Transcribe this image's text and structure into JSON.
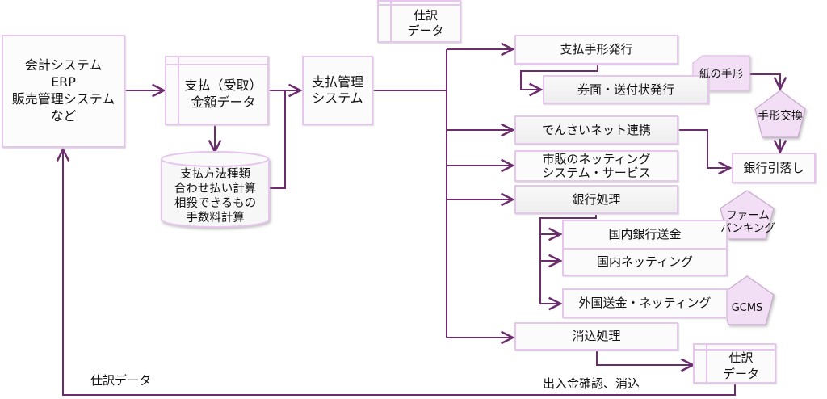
{
  "colors": {
    "connector": "#6b2d6e",
    "box_border": "#e6c6ec",
    "shape_fill": "#f3dff5"
  },
  "nodes": {
    "source_systems": "会計システム\nERP\n販売管理システム\nなど",
    "payment_amount_data": "支払（受取）\n金額データ",
    "payment_method_db": "支払方法種類\n合わせ払い計算\n相殺できるもの\n手数料計算",
    "payment_mgmt_system": "支払管理\nシステム",
    "journal_data_top": "仕訳\nデータ",
    "bill_issuance": "支払手形発行",
    "voucher_issuance": "券面・送付状発行",
    "paper_bill": "紙の手形",
    "bill_exchange": "手形交換",
    "densai_link": "でんさいネット連携",
    "bank_debit": "銀行引落し",
    "netting_service": "市販のネッティング\nシステム・サービス",
    "bank_processing": "銀行処理",
    "firm_banking": "ファーム\nバンキング",
    "domestic_transfer": "国内銀行送金",
    "domestic_netting": "国内ネッティング",
    "foreign_transfer": "外国送金・ネッティング",
    "gcms": "GCMS",
    "reconciliation": "消込処理",
    "journal_data_bottom": "仕訳\nデータ"
  },
  "labels": {
    "deposit_confirm": "出入金確認、消込",
    "journal_feedback": "仕訳データ"
  }
}
